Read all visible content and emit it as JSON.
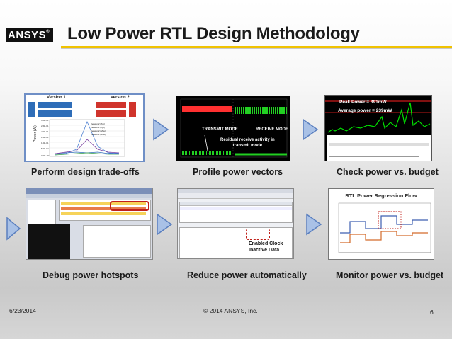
{
  "header": {
    "logo": "ANSYS",
    "logo_mark": "®",
    "title": "Low Power RTL Design Methodology"
  },
  "panels": [
    {
      "caption": "Perform design trade-offs",
      "labels": [
        "Version 1",
        "Version 2",
        "Power (W)"
      ],
      "legend": [
        "Version 2 (Typ)",
        "Version 1 (Typ)",
        "Version 2 (Max)",
        "Version 1 (Max)"
      ],
      "yticks": [
        "3.0E-01",
        "2.5E-01",
        "2.0E-01",
        "1.5E-01",
        "1.0E-01",
        "5.0E-02",
        "0.0E+00"
      ]
    },
    {
      "caption": "Profile power vectors",
      "labels": [
        "TRANSMIT MODE",
        "RECEIVE MODE"
      ],
      "note_line1": "Residual receive activity in",
      "note_line2": "transmit mode"
    },
    {
      "caption": "Check power vs. budget",
      "labels": [
        "Peak Power = 391mW",
        "Average power = 239mW"
      ]
    },
    {
      "caption": "Debug power hotspots"
    },
    {
      "caption": "Reduce power automatically",
      "callout_line1": "Enabled Clock",
      "callout_line2": "Inactive Data"
    },
    {
      "caption": "Monitor power vs. budget",
      "labels": [
        "RTL Power Regression Flow"
      ]
    }
  ],
  "footer": {
    "date": "6/23/2014",
    "copyright": "© 2014 ANSYS, Inc.",
    "page": "6"
  },
  "colors": {
    "accent_yellow": "#f0c200",
    "arrow_blue": "#7da1d4",
    "panel_border": "#6f8fc6"
  },
  "icons": [
    "ansys-logo",
    "arrow-right-icon"
  ]
}
